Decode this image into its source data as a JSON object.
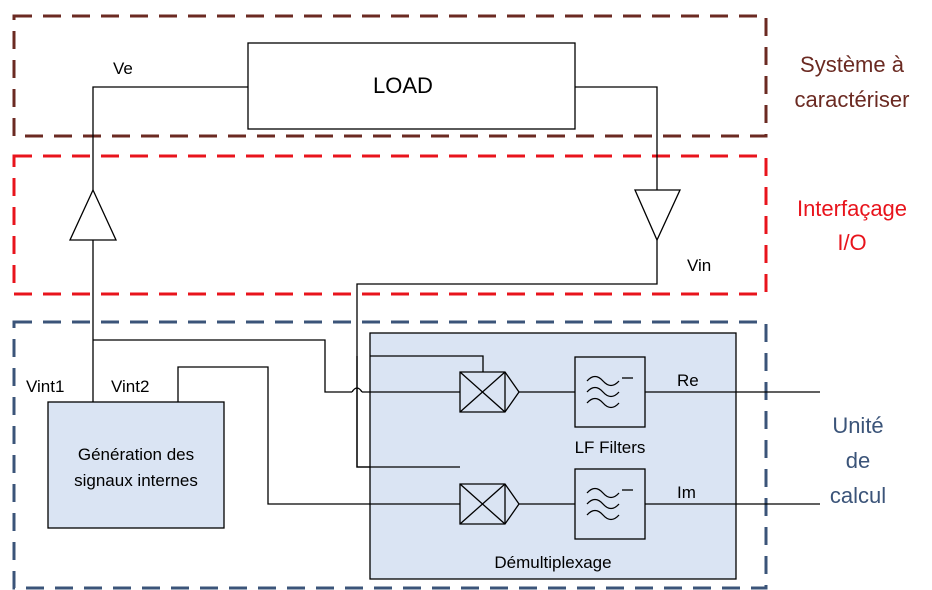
{
  "regions": {
    "system": {
      "label_lines": [
        "Système à",
        "caractériser"
      ],
      "color": "#6b2a22"
    },
    "interface": {
      "label_lines": [
        "Interfaçage",
        "I/O"
      ],
      "color": "#e8141c"
    },
    "compute": {
      "label_lines": [
        "Unité",
        "de",
        "calcul"
      ],
      "color": "#3b5479"
    }
  },
  "blocks": {
    "load": "LOAD",
    "generator_lines": [
      "Génération des",
      "signaux internes"
    ],
    "demux": "Démultiplexage",
    "filters": "LF Filters"
  },
  "signals": {
    "ve": "Ve",
    "vin": "Vin",
    "vint1": "Vint1",
    "vint2": "Vint2",
    "re": "Re",
    "im": "Im"
  },
  "colors": {
    "block_fill": "#dae4f3",
    "line": "#000000"
  }
}
